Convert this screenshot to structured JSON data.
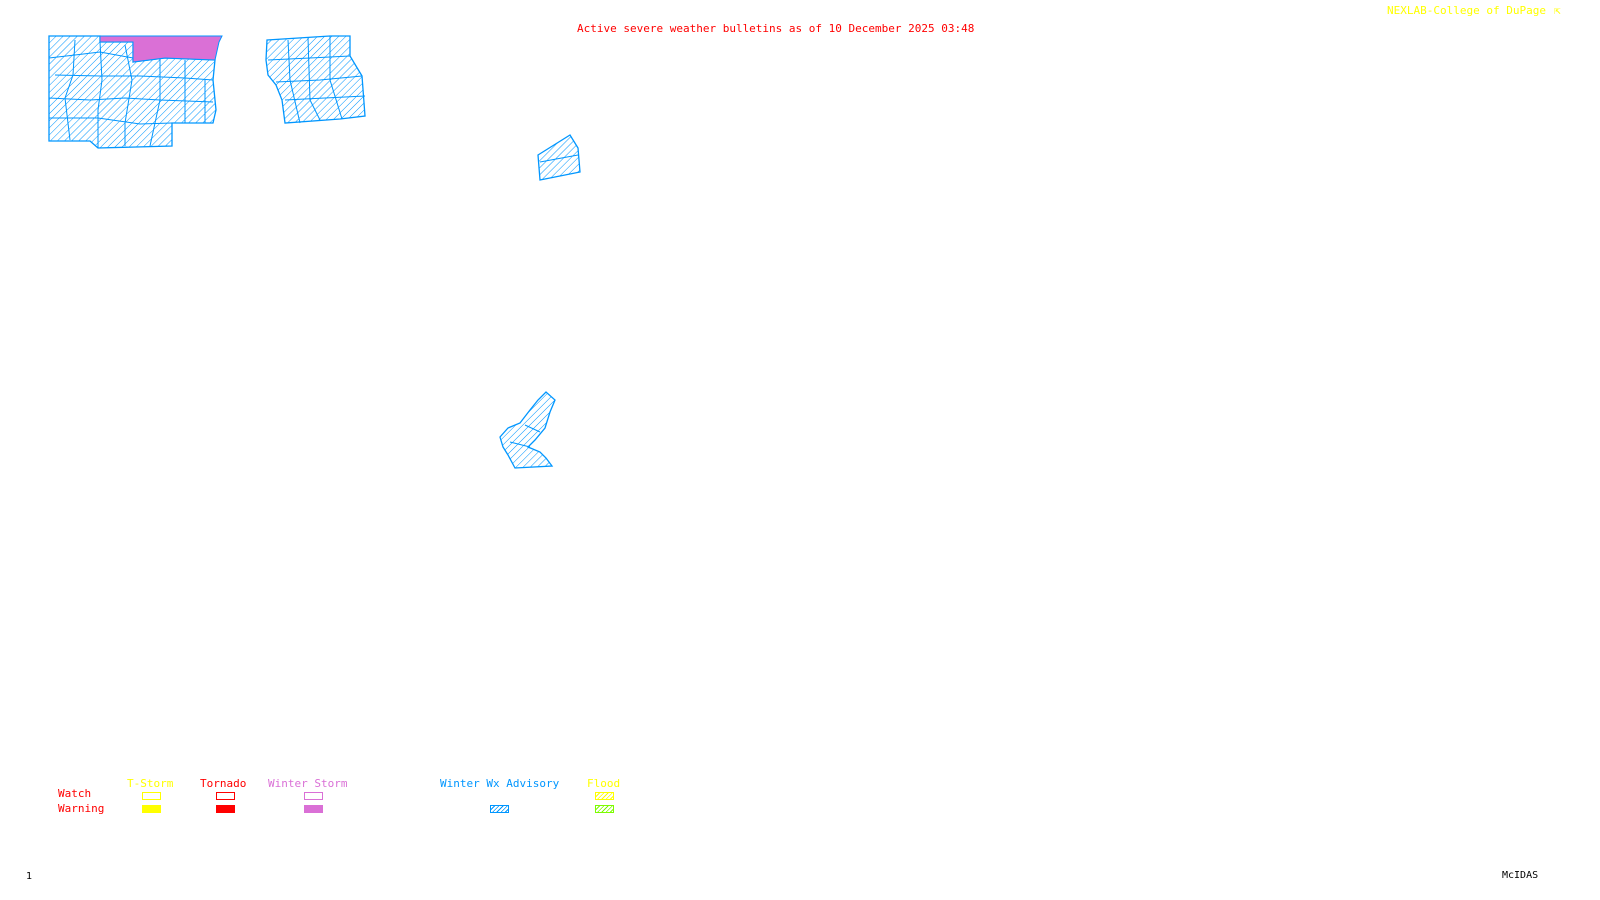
{
  "header": {
    "title": "Active severe weather bulletins as of 10 December 2025 03:48",
    "credit": "NEXLAB-College of DuPage"
  },
  "colors": {
    "tstorm": "#ffff00",
    "tornado": "#ff0000",
    "winter_storm": "#da70d6",
    "winter_wx_advisory": "#0096ff",
    "flood_watch": "#ffff00",
    "flood_warning": "#7cfc00",
    "title": "#ff0000"
  },
  "legend": {
    "row_labels": {
      "watch": "Watch",
      "warning": "Warning"
    },
    "categories": [
      {
        "label": "T-Storm",
        "watch": "outline",
        "warning": "solid"
      },
      {
        "label": "Tornado",
        "watch": "outline",
        "warning": "solid"
      },
      {
        "label": "Winter Storm",
        "watch": "outline",
        "warning": "solid"
      },
      {
        "label": "Winter Wx Advisory",
        "watch": "none",
        "warning": "hatched"
      },
      {
        "label": "Flood",
        "watch": "hatched",
        "warning": "hatched"
      }
    ]
  },
  "map": {
    "active_areas": [
      {
        "type": "Winter Wx Advisory",
        "region": "northwest"
      },
      {
        "type": "Winter Storm Warning",
        "region": "northwest-top"
      },
      {
        "type": "Winter Wx Advisory",
        "region": "north-central"
      },
      {
        "type": "Winter Wx Advisory",
        "region": "central"
      },
      {
        "type": "Winter Wx Advisory",
        "region": "south-central"
      }
    ]
  },
  "footer": {
    "frame": "1",
    "software": "McIDAS"
  }
}
